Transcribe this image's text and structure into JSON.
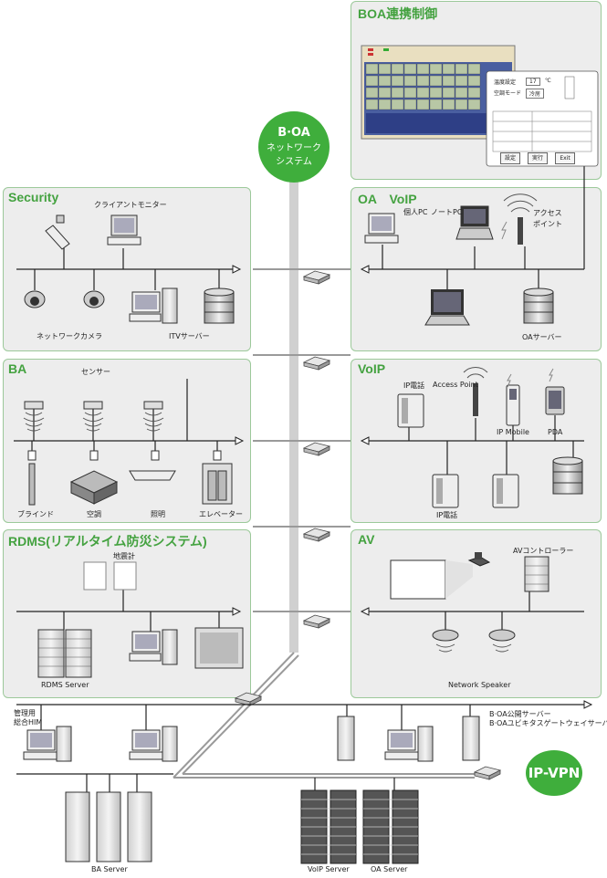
{
  "hub": {
    "line1": "B·OA",
    "line2": "ネットワーク",
    "line3": "システム"
  },
  "ipvpn": "IP-VPN",
  "panels": {
    "boa": {
      "title": "BOA連携制御"
    },
    "security": {
      "title": "Security"
    },
    "oa": {
      "title": "OA　VoIP"
    },
    "ba": {
      "title": "BA"
    },
    "voip": {
      "title": "VoIP"
    },
    "rdms": {
      "title": "RDMS(リアルタイム防災システム)"
    },
    "av": {
      "title": "AV"
    }
  },
  "labels": {
    "client_monitor": "クライアントモニター",
    "network_camera": "ネットワークカメラ",
    "itv_server": "ITVサーバー",
    "personal_pc": "個人PC",
    "notebook_pc": "ノートPC",
    "access_point_jp": "アクセス\nポイント",
    "oa_server": "OAサーバー",
    "sensor": "センサー",
    "blind": "ブラインド",
    "aircon": "空調",
    "lighting": "照明",
    "elevator": "エレベーター",
    "ip_phone_top": "IP電話",
    "access_point": "Access Point",
    "ip_mobile": "IP Mobile",
    "pda": "PDA",
    "ip_phone_bottom": "IP電話",
    "seismometer": "地震計",
    "rdms_server": "RDMS Server",
    "av_controller": "AVコントローラー",
    "network_speaker": "Network Speaker",
    "management_him": "管理用\n総合HIM",
    "boa_public_server": "B·OA公開サーバー\nB·OAユビキタスゲートウェイサーバー",
    "ba_server": "BA Server",
    "voip_server": "VoIP Server",
    "oa_server_bottom": "OA Server"
  },
  "boa_window": {
    "row1_label": "温度設定",
    "row1_value": "17",
    "row1_unit": "℃",
    "row2_label": "空調モード",
    "row2_value": "冷房",
    "buttons": [
      "設定",
      "実行",
      "Exit"
    ]
  },
  "colors": {
    "accent_green": "#3fae3c",
    "panel_bg": "#ededed",
    "panel_border": "#9cc99a",
    "backbone": "#d0d0d0",
    "line": "#222222"
  }
}
